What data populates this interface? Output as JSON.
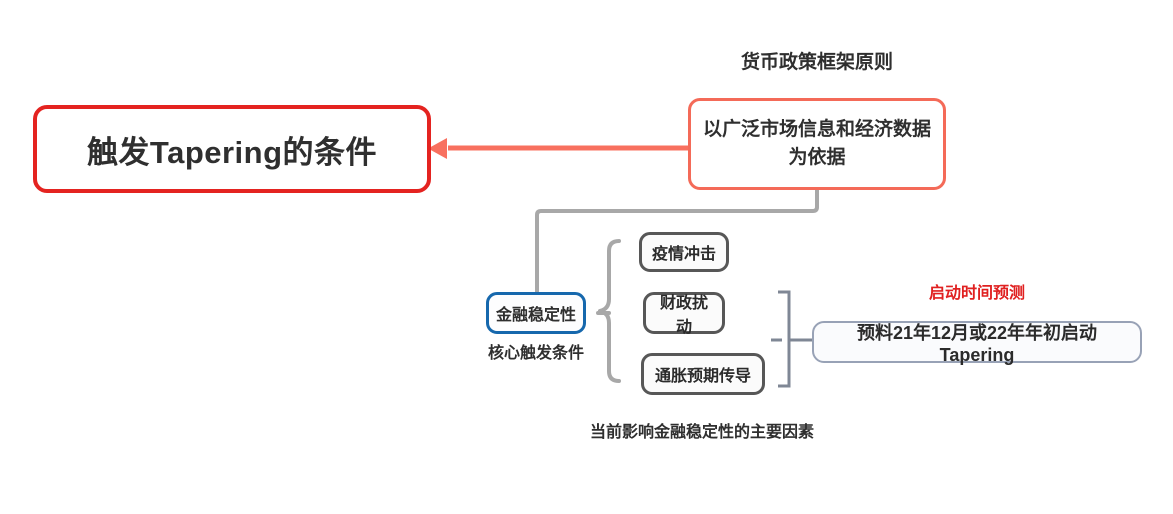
{
  "diagram": {
    "type": "mind-map",
    "background": "#ffffff",
    "root": {
      "text": "触发Tapering的条件",
      "border_color": "#e42320"
    },
    "principle": {
      "label": "货币政策框架原则",
      "text": "以广泛市场信息和经济数据为依据",
      "border_color": "#f46a58"
    },
    "stability": {
      "text": "金融稳定性",
      "label": "核心触发条件",
      "border_color": "#1668ad"
    },
    "factors": {
      "label": "当前影响金融稳定性的主要因素",
      "border_color": "#575757",
      "items": [
        {
          "text": "疫情冲击"
        },
        {
          "text": "财政扰动"
        },
        {
          "text": "通胀预期传导"
        }
      ]
    },
    "forecast": {
      "label": "启动时间预测",
      "label_color": "#e02020",
      "text": "预料21年12月或22年年初启动Tapering",
      "border_color": "#98a2b6"
    },
    "connectors": {
      "root_to_principle_color": "#f8705f",
      "gray_color": "#a8a8a8",
      "brace_color": "#a8a8a8",
      "bracket_color": "#7f8795"
    }
  }
}
